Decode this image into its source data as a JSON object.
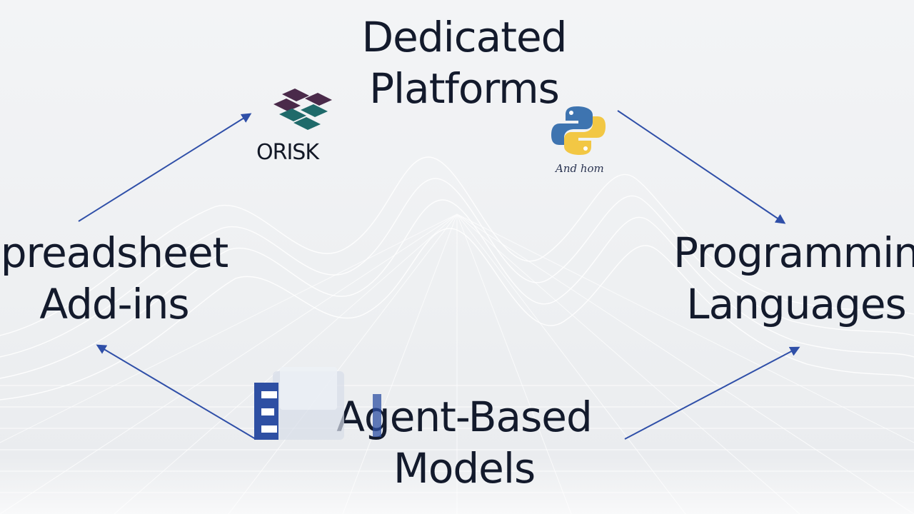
{
  "diagram": {
    "nodes": {
      "top": {
        "line1": "Dedicated",
        "line2": "Platforms"
      },
      "left": {
        "line1": "preadsheet",
        "line2": "Add-ins"
      },
      "right": {
        "line1": "Programmin",
        "line2": "Languages"
      },
      "bottom": {
        "line1": "Agent-Based",
        "line2": "Models"
      }
    },
    "logos": {
      "orisk": {
        "text": "ORISK",
        "icon": "orisk-logo-icon"
      },
      "python": {
        "caption": "And hom",
        "icon": "python-logo-icon"
      },
      "excel_like": {
        "icon": "e-logo-icon"
      }
    },
    "colors": {
      "arrow": "#2f4fa8",
      "text": "#131a2c",
      "orisk_purple": "#4a2a4a",
      "orisk_teal": "#1f6a6a",
      "python_blue": "#3e74b0",
      "python_yellow": "#f2c744",
      "e_logo_blue": "#2e4fa3"
    }
  }
}
